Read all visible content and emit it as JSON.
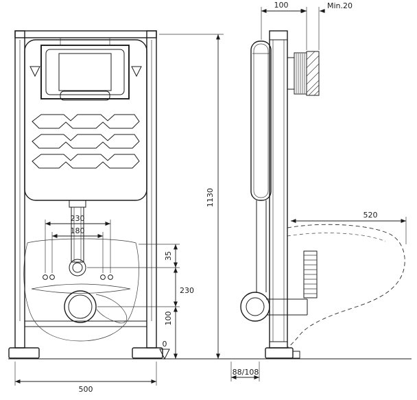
{
  "drawing": {
    "type": "wc-installation-frame-technical-drawing",
    "front_view": {
      "dim_bolt_spacing_outer": "230",
      "dim_bolt_spacing_inner": "180",
      "dim_flush_to_bolts": "35",
      "dim_flush_height": "230",
      "dim_outlet_height": "100",
      "dim_floor_datum": "0",
      "dim_width": "500",
      "dim_height": "1130"
    },
    "side_view": {
      "dim_depth": "100",
      "dim_wall_min": "Min.20",
      "dim_pan_depth": "520",
      "dim_outlet_offset": "88/108"
    }
  }
}
